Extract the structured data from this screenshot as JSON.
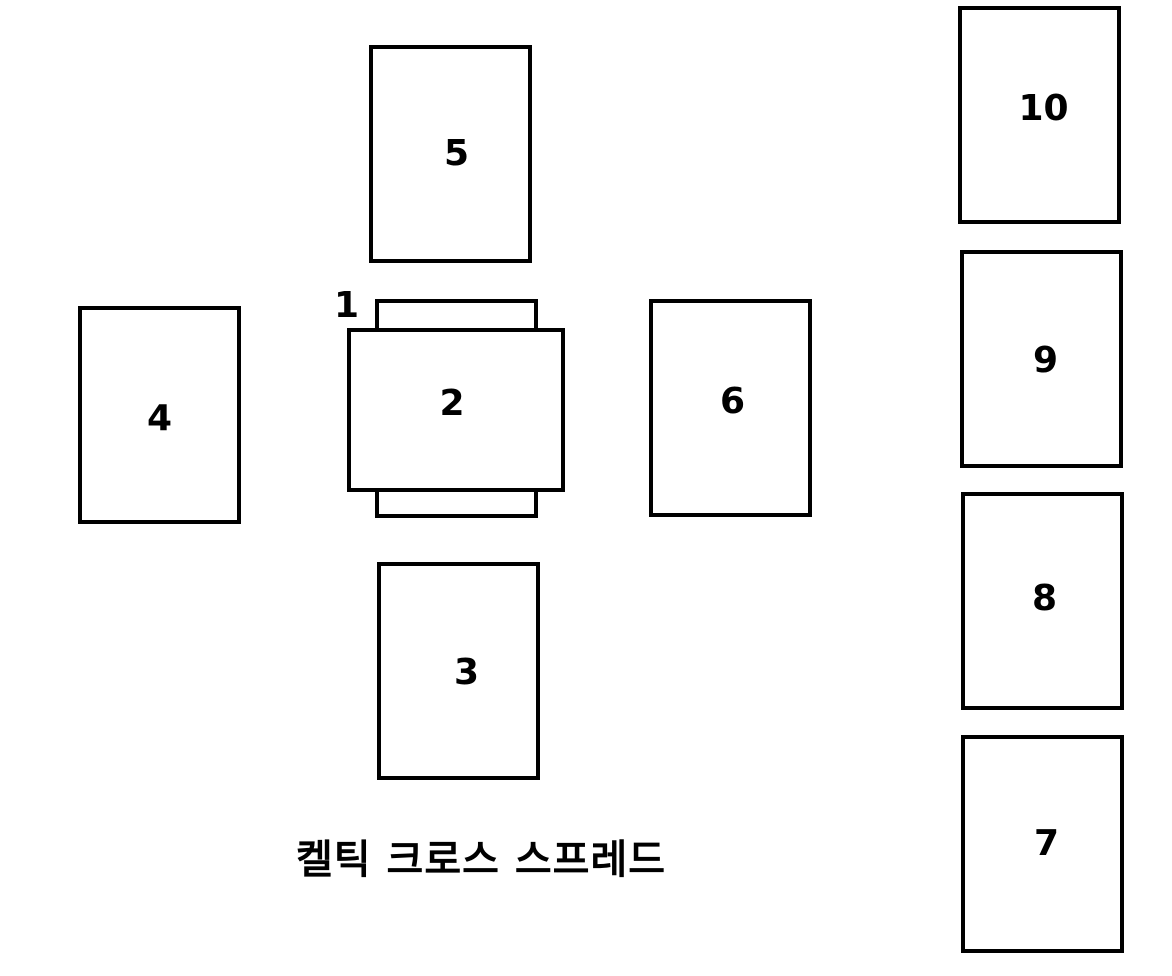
{
  "diagram": {
    "title": "켈틱 크로스 스프레드",
    "cards": {
      "c1": "1",
      "c2": "2",
      "c3": "3",
      "c4": "4",
      "c5": "5",
      "c6": "6",
      "c7": "7",
      "c8": "8",
      "c9": "9",
      "c10": "10"
    }
  }
}
